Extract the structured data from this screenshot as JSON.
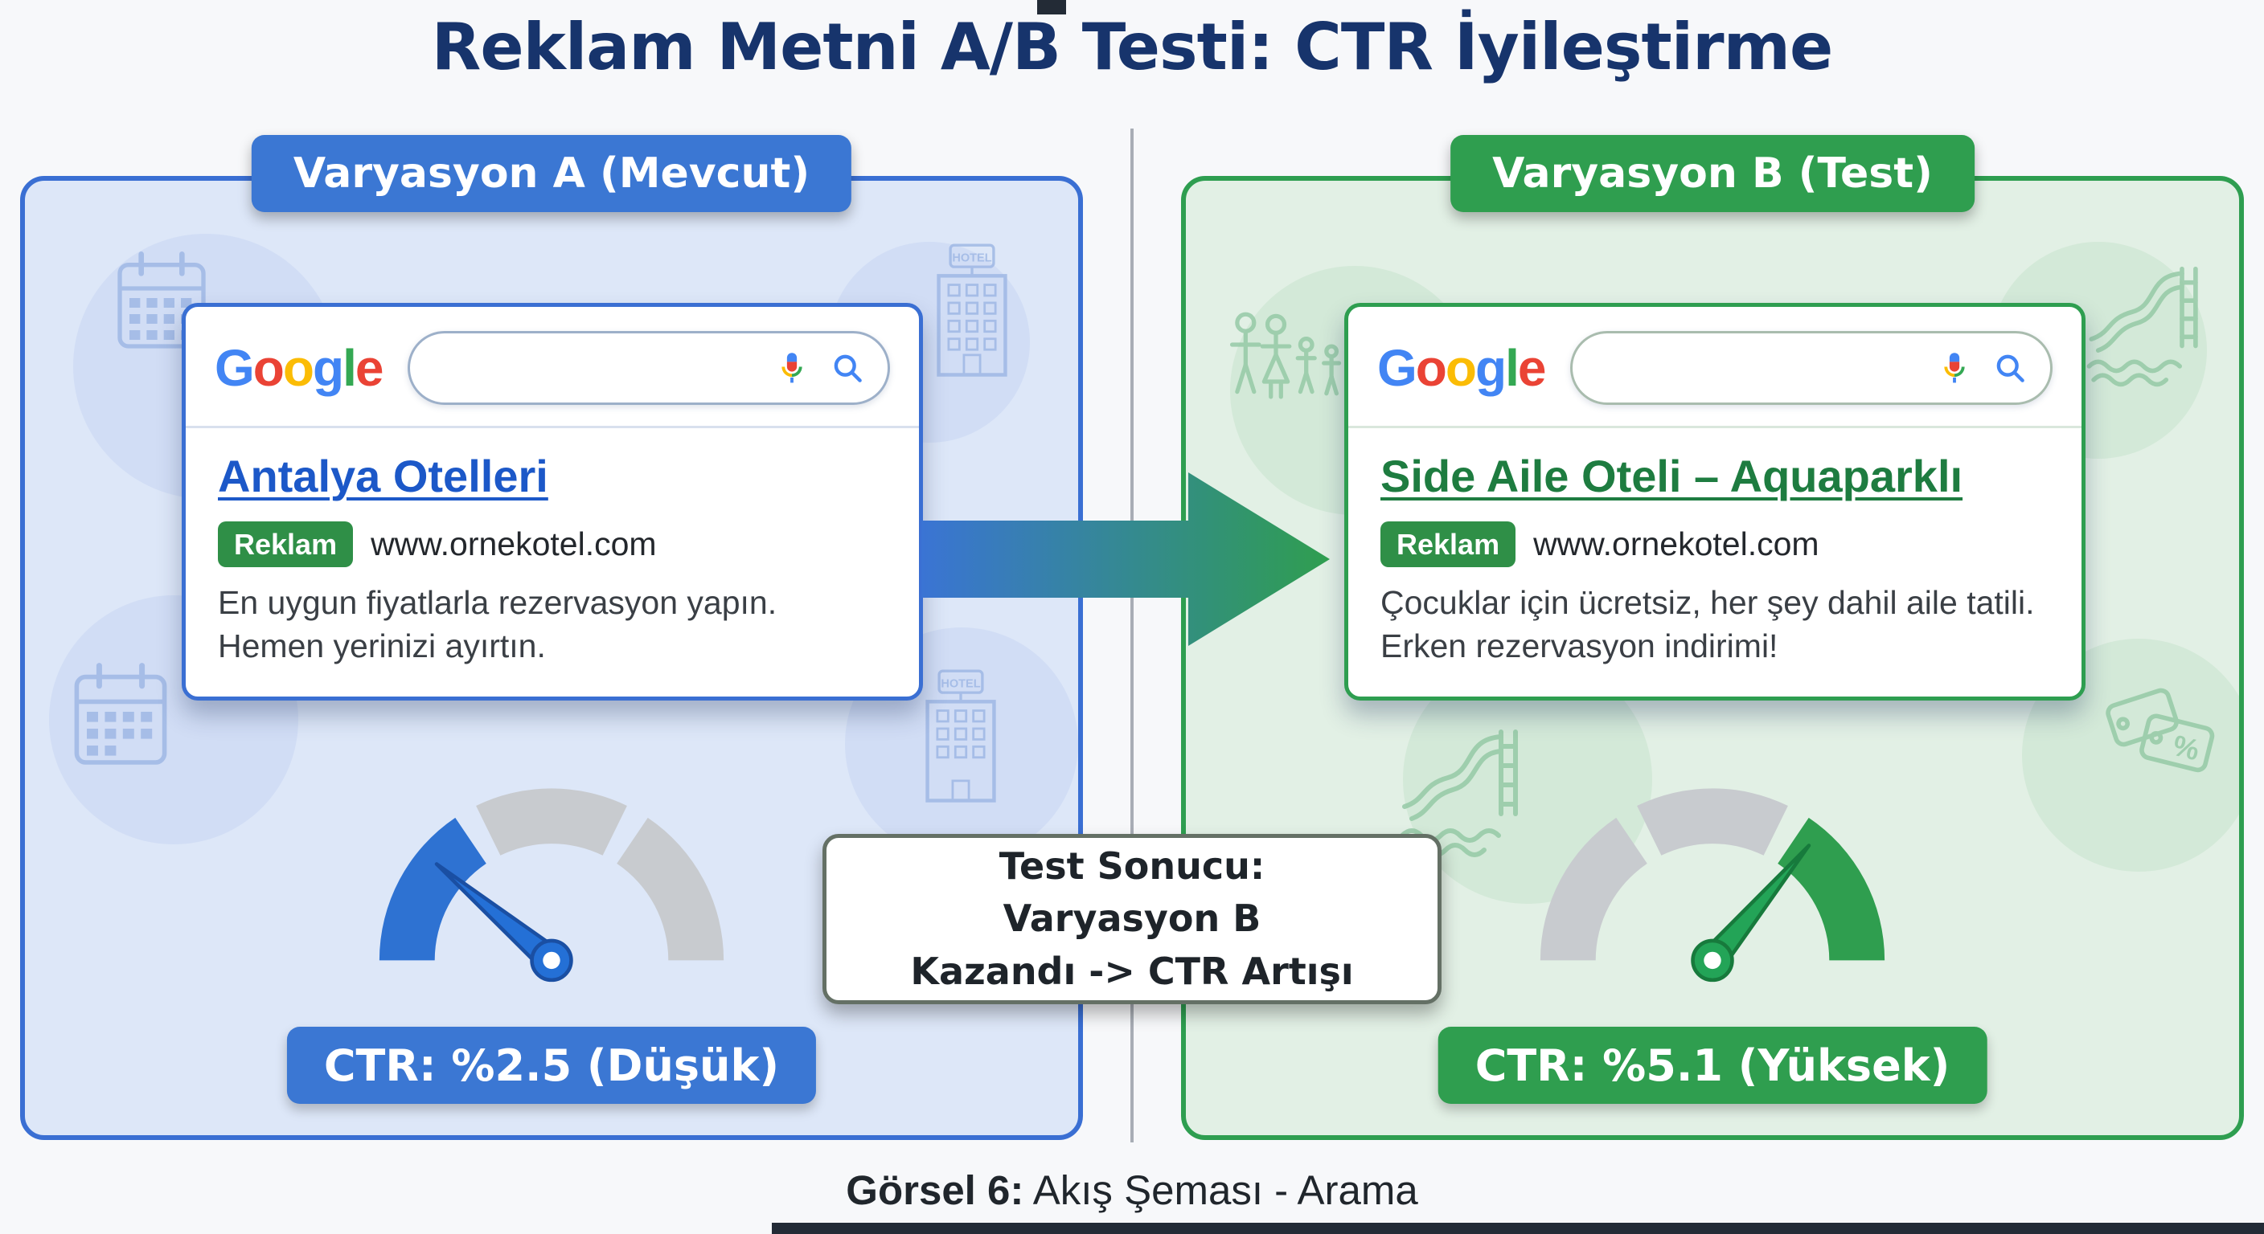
{
  "title": "Reklam Metni A/B Testi: CTR İyileştirme",
  "caption": {
    "label": "Görsel 6:",
    "text": "Akış Şeması - Arama"
  },
  "google_logo": {
    "letters": [
      "G",
      "o",
      "o",
      "g",
      "l",
      "e"
    ]
  },
  "variation_a": {
    "header": "Varyasyon A (Mevcut)",
    "ad": {
      "title": "Antalya Otelleri",
      "badge": "Reklam",
      "url": "www.ornekotel.com",
      "description": "En uygun fiyatlarla rezervasyon yapın. Hemen yerinizi ayırtın."
    },
    "ctr_label": "CTR: %2.5 (Düşük)",
    "gauge": {
      "reading": "low",
      "value_percent": 2.5,
      "needle_angle_deg": 140
    }
  },
  "variation_b": {
    "header": "Varyasyon B (Test)",
    "ad": {
      "title": "Side Aile Oteli – Aquaparklı",
      "badge": "Reklam",
      "url": "www.ornekotel.com",
      "description": "Çocuklar için ücretsiz, her şey dahil aile tatili. Erken rezervasyon indirimi!"
    },
    "ctr_label": "CTR: %5.1 (Yüksek)",
    "gauge": {
      "reading": "high",
      "value_percent": 5.1,
      "needle_angle_deg": 50
    }
  },
  "result_box": {
    "lines": [
      "Test Sonucu:",
      "Varyasyon B",
      "Kazandı -> CTR Artışı"
    ]
  },
  "decorative": {
    "hotel_sign": "HOTEL",
    "percent": "%"
  },
  "colors": {
    "panel_a_border": "#3a6fd3",
    "panel_a_fill": "#dde7f8",
    "panel_b_border": "#2e9e50",
    "panel_b_fill": "#e2f0e5",
    "badge_a": "#3b77d3",
    "badge_b": "#2f9e4f",
    "title_text": "#17346c",
    "google_blue": "#4285F4",
    "google_red": "#EA4335",
    "google_yellow": "#FBBC05",
    "google_green": "#34A853",
    "reklam_badge": "#2f8f47",
    "gauge_inactive": "#c8cbcf"
  }
}
